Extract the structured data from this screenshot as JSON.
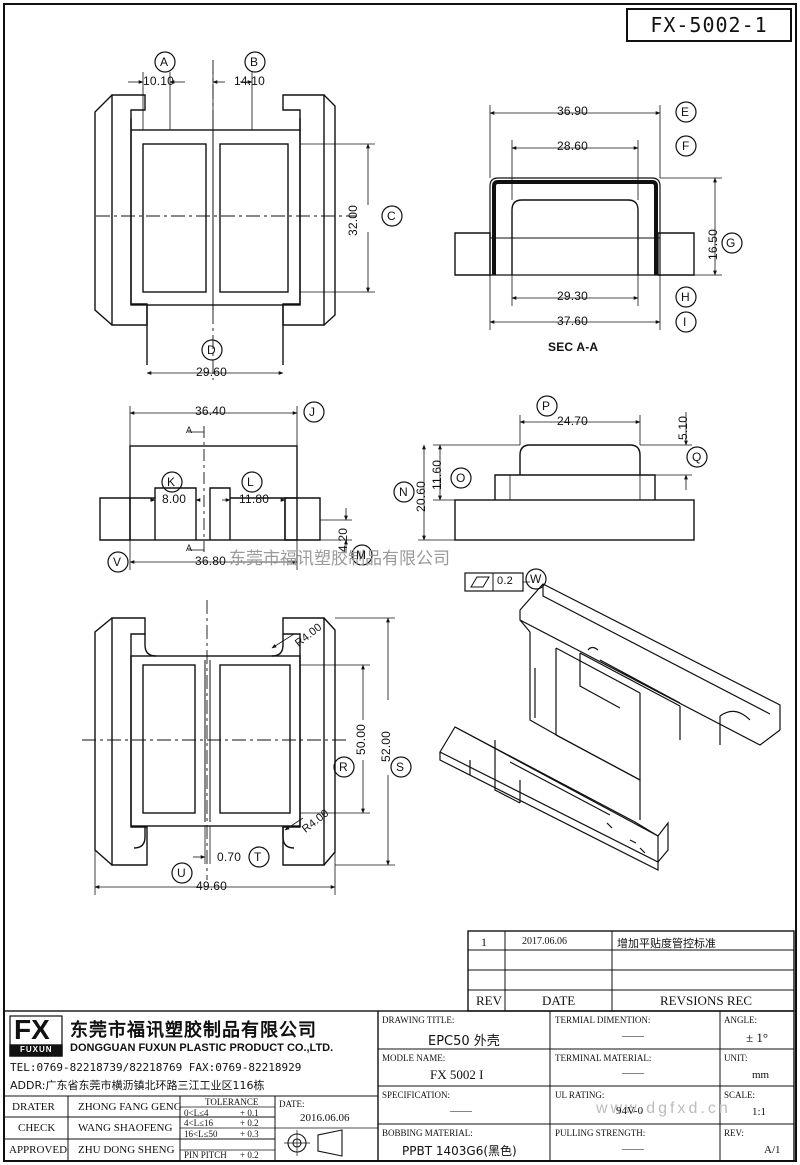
{
  "drawing_number": "FX-5002-1",
  "watermark_text": "东莞市福讯塑胶制品有限公司",
  "watermark_url": "www.dgfxd.cn",
  "views": {
    "top": {
      "dims": {
        "a": "10.10",
        "b": "14.10",
        "c": "32.00",
        "d": "29.60"
      },
      "labels": {
        "a": "A",
        "b": "B",
        "c": "C",
        "d": "D"
      }
    },
    "section": {
      "dims": {
        "e": "36.90",
        "f": "28.60",
        "g": "16.50",
        "h": "29.30",
        "i": "37.60"
      },
      "labels": {
        "e": "E",
        "f": "F",
        "g": "G",
        "h": "H",
        "i": "I"
      },
      "caption": "SEC A-A"
    },
    "front": {
      "dims": {
        "j": "36.40",
        "k": "8.00",
        "l": "11.80",
        "m": "4.20",
        "v": "36.80"
      },
      "labels": {
        "j": "J",
        "k": "K",
        "l": "L",
        "m": "M",
        "v": "V"
      },
      "section_marks": [
        "A",
        "A"
      ]
    },
    "side": {
      "dims": {
        "p": "24.70",
        "q": "5.10",
        "o": "11.60",
        "n": "20.60"
      },
      "labels": {
        "p": "P",
        "q": "Q",
        "o": "O",
        "n": "N",
        "w": "W"
      },
      "flatness": "0.2"
    },
    "bottom": {
      "dims": {
        "r": "50.00",
        "s": "52.00",
        "t": "0.70",
        "u": "49.60",
        "radius_top": "R4.00",
        "radius_bottom": "R4.00"
      },
      "labels": {
        "r": "R",
        "s": "S",
        "t": "T",
        "u": "U"
      }
    }
  },
  "revisions": {
    "header": {
      "rev": "REV",
      "date": "DATE",
      "desc": "REVSIONS REC"
    },
    "rows": [
      {
        "rev": "1",
        "date": "2017.06.06",
        "desc": "增加平贴度管控标准"
      }
    ]
  },
  "company": {
    "logo": "FX",
    "logo_sub": "FUXUN",
    "name_cn": "东莞市福讯塑胶制品有限公司",
    "name_en": "DONGGUAN FUXUN PLASTIC PRODUCT CO.,LTD.",
    "tel": "TEL:0769-82218739/82218769 FAX:0769-82218929",
    "addr": "ADDR:广东省东莞市横沥镇北环路三江工业区116栋"
  },
  "signoffs": [
    {
      "role": "DRATER",
      "name": "ZHONG FANG GENG"
    },
    {
      "role": "CHECK",
      "name": "WANG SHAOFENG"
    },
    {
      "role": "APPROVED",
      "name": "ZHU DONG SHENG"
    }
  ],
  "tolerance": {
    "title": "TOLERANCE",
    "rows": [
      {
        "range": "0<L≤4",
        "value": "+ 0.1"
      },
      {
        "range": "4<L≤16",
        "value": "+ 0.2"
      },
      {
        "range": "16<L≤50",
        "value": "+ 0.3"
      },
      {
        "range": "PIN PITCH",
        "value": "+ 0.2"
      }
    ]
  },
  "date_block": {
    "label": "DATE:",
    "value": "2016.06.06"
  },
  "fields": {
    "drawing_title_label": "DRAWING TITLE:",
    "drawing_title": "EPC50 外壳",
    "terminal_dimension_label": "TERMIAL DIMENTION:",
    "terminal_dimension": "——",
    "angle_label": "ANGLE:",
    "angle": "± 1°",
    "model_label": "MODLE NAME:",
    "model": "FX 5002 I",
    "terminal_material_label": "TERMINAL MATERIAL:",
    "terminal_material": "——",
    "unit_label": "UNIT:",
    "unit": "mm",
    "spec_label": "SPECIFICATION:",
    "spec": "——",
    "ul_label": "UL RATING:",
    "ul": "94V-0",
    "scale_label": "SCALE:",
    "scale": "1:1",
    "bobbin_label": "BOBBING MATERIAL:",
    "bobbin": "PPBT 1403G6(黑色)",
    "pulling_label": "PULLING STRENGTH:",
    "pulling": "——",
    "rev_label": "REV:",
    "rev": "A/1"
  }
}
